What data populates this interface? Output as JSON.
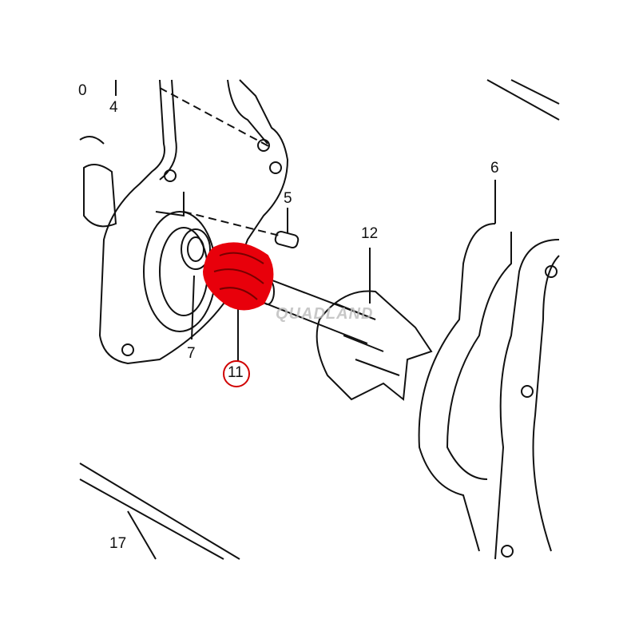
{
  "labels": {
    "p10": "0",
    "p4": "4",
    "p5": "5",
    "p12": "12",
    "p6": "6",
    "p7": "7",
    "p11": "11",
    "p17": "17"
  },
  "watermark": "QUADLAND",
  "colors": {
    "highlight": "#e8000b",
    "line": "#111111"
  }
}
